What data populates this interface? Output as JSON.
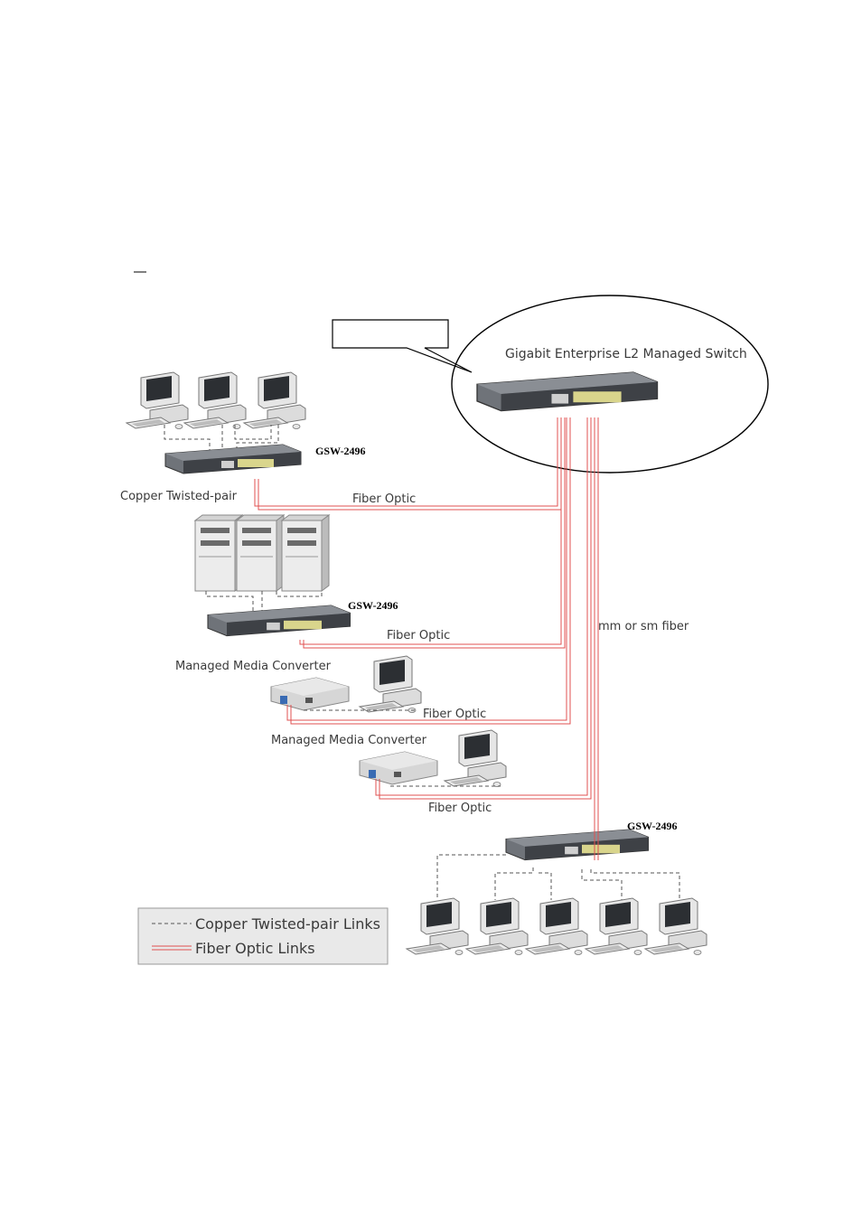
{
  "diagram": {
    "core_switch_label": "Gigabit Enterprise L2 Managed Switch",
    "switch_model_1": "GSW-2496",
    "switch_model_2": "GSW-2496",
    "switch_model_3": "GSW-2496",
    "copper_label": "Copper Twisted-pair",
    "fiber_label_1": "Fiber Optic",
    "fiber_label_2": "Fiber Optic",
    "fiber_label_3": "Fiber Optic",
    "fiber_label_4": "Fiber Optic",
    "converter_label_1": "Managed Media Converter",
    "converter_label_2": "Managed Media Converter",
    "mm_sm_label": "mm or sm fiber"
  },
  "legend": {
    "copper": "Copper Twisted-pair Links",
    "fiber": "Fiber Optic Links"
  },
  "colors": {
    "fiber": "#e05050",
    "copper": "#555555",
    "device_dark": "#3c3f44",
    "device_light": "#d8d8d8"
  }
}
